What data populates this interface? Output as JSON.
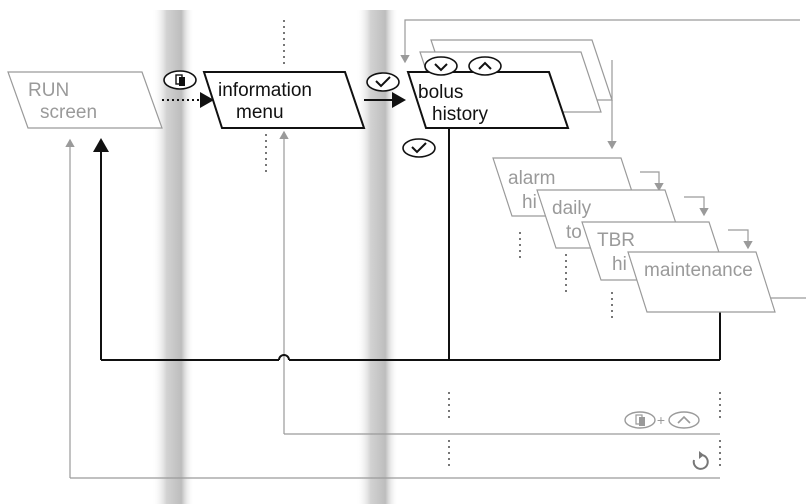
{
  "nodes": {
    "run_screen": {
      "line1": "RUN",
      "line2": "screen"
    },
    "information_menu": {
      "line1": "information",
      "line2": "menu"
    },
    "bolus_history": {
      "line1": "bolus",
      "line2": "history"
    },
    "alarm_history": {
      "line1": "alarm",
      "line2": "hi"
    },
    "daily_totals": {
      "line1": "daily",
      "line2": "to"
    },
    "tbr_history": {
      "line1": "TBR",
      "line2": "hi"
    },
    "maintenance": {
      "line1": "maintenance"
    }
  },
  "buttons": {
    "menu_button": "menu-icon",
    "ok_button": "check-icon",
    "down_button": "chevron-down-icon",
    "up_button": "chevron-up-icon",
    "combo_hint": "menu-plus-up-icon",
    "timeout_hint": "timeout-arrow-icon"
  },
  "combo_plus": "+",
  "colors": {
    "active": "#111111",
    "inactive": "#9a9a9a",
    "band": "#cfcfcf"
  }
}
